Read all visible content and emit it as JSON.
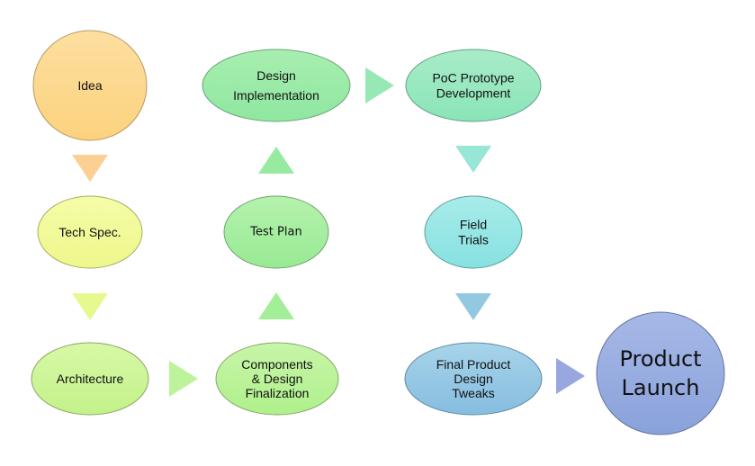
{
  "diagram": {
    "title": "Product Development Process Flow",
    "nodes": [
      {
        "id": "idea",
        "lines": [
          "Idea"
        ],
        "shape": "circle",
        "fill_top": "#fddfa0",
        "fill_bottom": "#fcd27e",
        "stroke": "#b59a62"
      },
      {
        "id": "tech-spec",
        "lines": [
          "Tech Spec."
        ],
        "shape": "ellipse",
        "fill_top": "#f5fca8",
        "fill_bottom": "#eef78c",
        "stroke": "#a7ad65"
      },
      {
        "id": "architecture",
        "lines": [
          "Architecture"
        ],
        "shape": "ellipse",
        "fill_top": "#d8f8a6",
        "fill_bottom": "#c2f28a",
        "stroke": "#8ca366"
      },
      {
        "id": "components",
        "lines": [
          "Components",
          "& Design",
          "Finalization"
        ],
        "shape": "ellipse",
        "fill_top": "#c8f5a8",
        "fill_bottom": "#aff08c",
        "stroke": "#82a868"
      },
      {
        "id": "test-plan",
        "lines": [
          "Test Plan"
        ],
        "shape": "ellipse",
        "fill_top": "#b5f2ad",
        "fill_bottom": "#98ea94",
        "stroke": "#71a56e"
      },
      {
        "id": "design-implementation",
        "lines": [
          "Design",
          "Implementation"
        ],
        "shape": "ellipse",
        "fill_top": "#a8eeb0",
        "fill_bottom": "#8fe7a0",
        "stroke": "#69a376"
      },
      {
        "id": "poc-prototype",
        "lines": [
          "PoC Prototype",
          "Development"
        ],
        "shape": "ellipse",
        "fill_top": "#a8ecc8",
        "fill_bottom": "#8ae4b8",
        "stroke": "#64a186"
      },
      {
        "id": "field-trials",
        "lines": [
          "Field",
          "Trials"
        ],
        "shape": "ellipse",
        "fill_top": "#a8ecea",
        "fill_bottom": "#86e1e0",
        "stroke": "#5f9d9c"
      },
      {
        "id": "final-product",
        "lines": [
          "Final Product",
          "Design",
          "Tweaks"
        ],
        "shape": "ellipse",
        "fill_top": "#a7d4ea",
        "fill_bottom": "#86bde0",
        "stroke": "#5f8aa2"
      },
      {
        "id": "product-launch",
        "lines": [
          "Product",
          "Launch"
        ],
        "shape": "circle",
        "fill_top": "#a6b8e6",
        "fill_bottom": "#8aa2db",
        "stroke": "#62739f"
      }
    ],
    "arrows": [
      {
        "from": "idea",
        "to": "tech-spec",
        "direction": "down",
        "color": "#fccf92"
      },
      {
        "from": "tech-spec",
        "to": "architecture",
        "direction": "down",
        "color": "#e6f98f"
      },
      {
        "from": "architecture",
        "to": "components",
        "direction": "right",
        "color": "#bdf39b"
      },
      {
        "from": "components",
        "to": "test-plan",
        "direction": "up",
        "color": "#a3ee98"
      },
      {
        "from": "test-plan",
        "to": "design-implementation",
        "direction": "up",
        "color": "#98eaa0"
      },
      {
        "from": "design-implementation",
        "to": "poc-prototype",
        "direction": "right",
        "color": "#96e8b4"
      },
      {
        "from": "poc-prototype",
        "to": "field-trials",
        "direction": "down",
        "color": "#98e6d6"
      },
      {
        "from": "field-trials",
        "to": "final-product",
        "direction": "down",
        "color": "#94c8e2"
      },
      {
        "from": "final-product",
        "to": "product-launch",
        "direction": "right",
        "color": "#98a8df"
      }
    ]
  }
}
